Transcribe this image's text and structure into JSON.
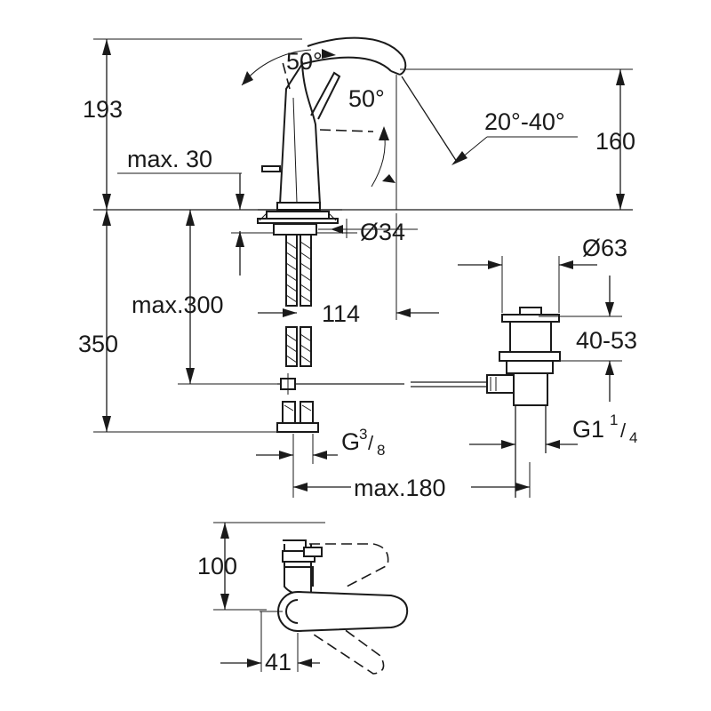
{
  "labels": {
    "dim_193": "193",
    "angle_50_top": "50°",
    "angle_50_right": "50°",
    "angle_20_40": "20°-40°",
    "dim_160": "160",
    "max_30": "max. 30",
    "dia_34": "Ø34",
    "dia_63": "Ø63",
    "max_300": "max.300",
    "dim_114": "114",
    "dim_350": "350",
    "range_40_53": "40-53",
    "thread_g38_base": "G",
    "thread_g38_num": "3",
    "thread_g38_slash": "/",
    "thread_g38_den": "8",
    "thread_g114_base": "G1",
    "thread_g114_num": "1",
    "thread_g114_slash": "/",
    "thread_g114_den": "4",
    "max_180": "max.180",
    "dim_100": "100",
    "dim_41": "41"
  }
}
